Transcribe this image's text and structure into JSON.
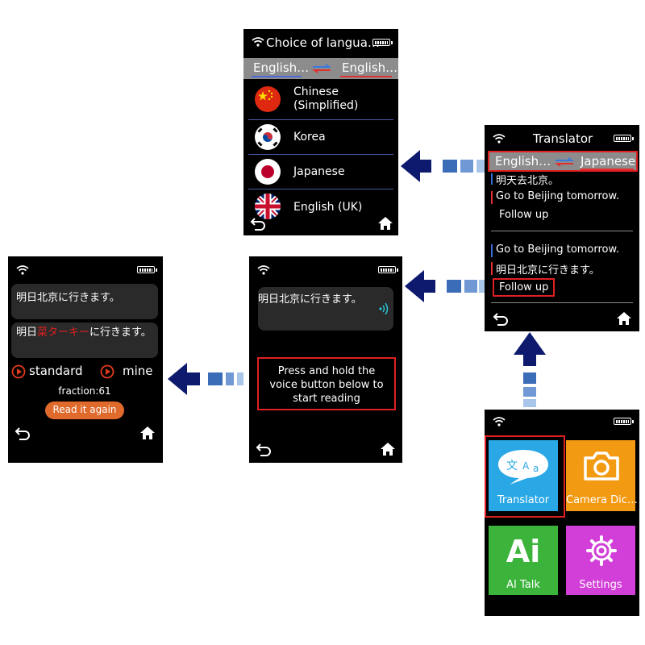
{
  "lang_screen": {
    "title": "Choice of langua…",
    "from_lang": "English…",
    "to_lang": "English…",
    "languages": [
      {
        "label": "Chinese\n(Simplified)",
        "flag": "china-flag-icon"
      },
      {
        "label": "Korea",
        "flag": "korea-flag-icon"
      },
      {
        "label": "Japanese",
        "flag": "japan-flag-icon"
      },
      {
        "label": "English (UK)",
        "flag": "uk-flag-icon"
      }
    ]
  },
  "translator_screen": {
    "title": "Translator",
    "from_lang": "English…",
    "to_lang": "Japanese",
    "line1": "明天去北京。",
    "line2": "Go to Beijing tomorrow.",
    "follow1": "Follow up",
    "line3": "Go to Beijing tomorrow.",
    "line4": "明日北京に行きます。",
    "follow2": "Follow up"
  },
  "record_screen": {
    "sentence": "明日北京に行きます。",
    "instruction": "Press and hold the voice button below to start reading"
  },
  "result_screen": {
    "reference": "明日北京に行きます。",
    "spoken_before": "明日",
    "spoken_error": "菜ターキー",
    "spoken_after": "に行きます。",
    "option_standard": "standard",
    "option_mine": "mine",
    "score": "fraction:61",
    "read_again": "Read it again"
  },
  "home_screen": {
    "apps": [
      {
        "label": "Translator",
        "color": "#2aa8e6"
      },
      {
        "label": "Camera Dic…",
        "color": "#f39a13"
      },
      {
        "label": "AI Talk",
        "color": "#3cb43c",
        "glyph": "Ai"
      },
      {
        "label": "Settings",
        "color": "#d23fd8"
      }
    ]
  },
  "colors": {
    "highlight": "#e02020",
    "arrow_dark": "#0d1a6e",
    "arrow_light": "#8fb3e0",
    "read_again_btn": "#e06a2c"
  }
}
